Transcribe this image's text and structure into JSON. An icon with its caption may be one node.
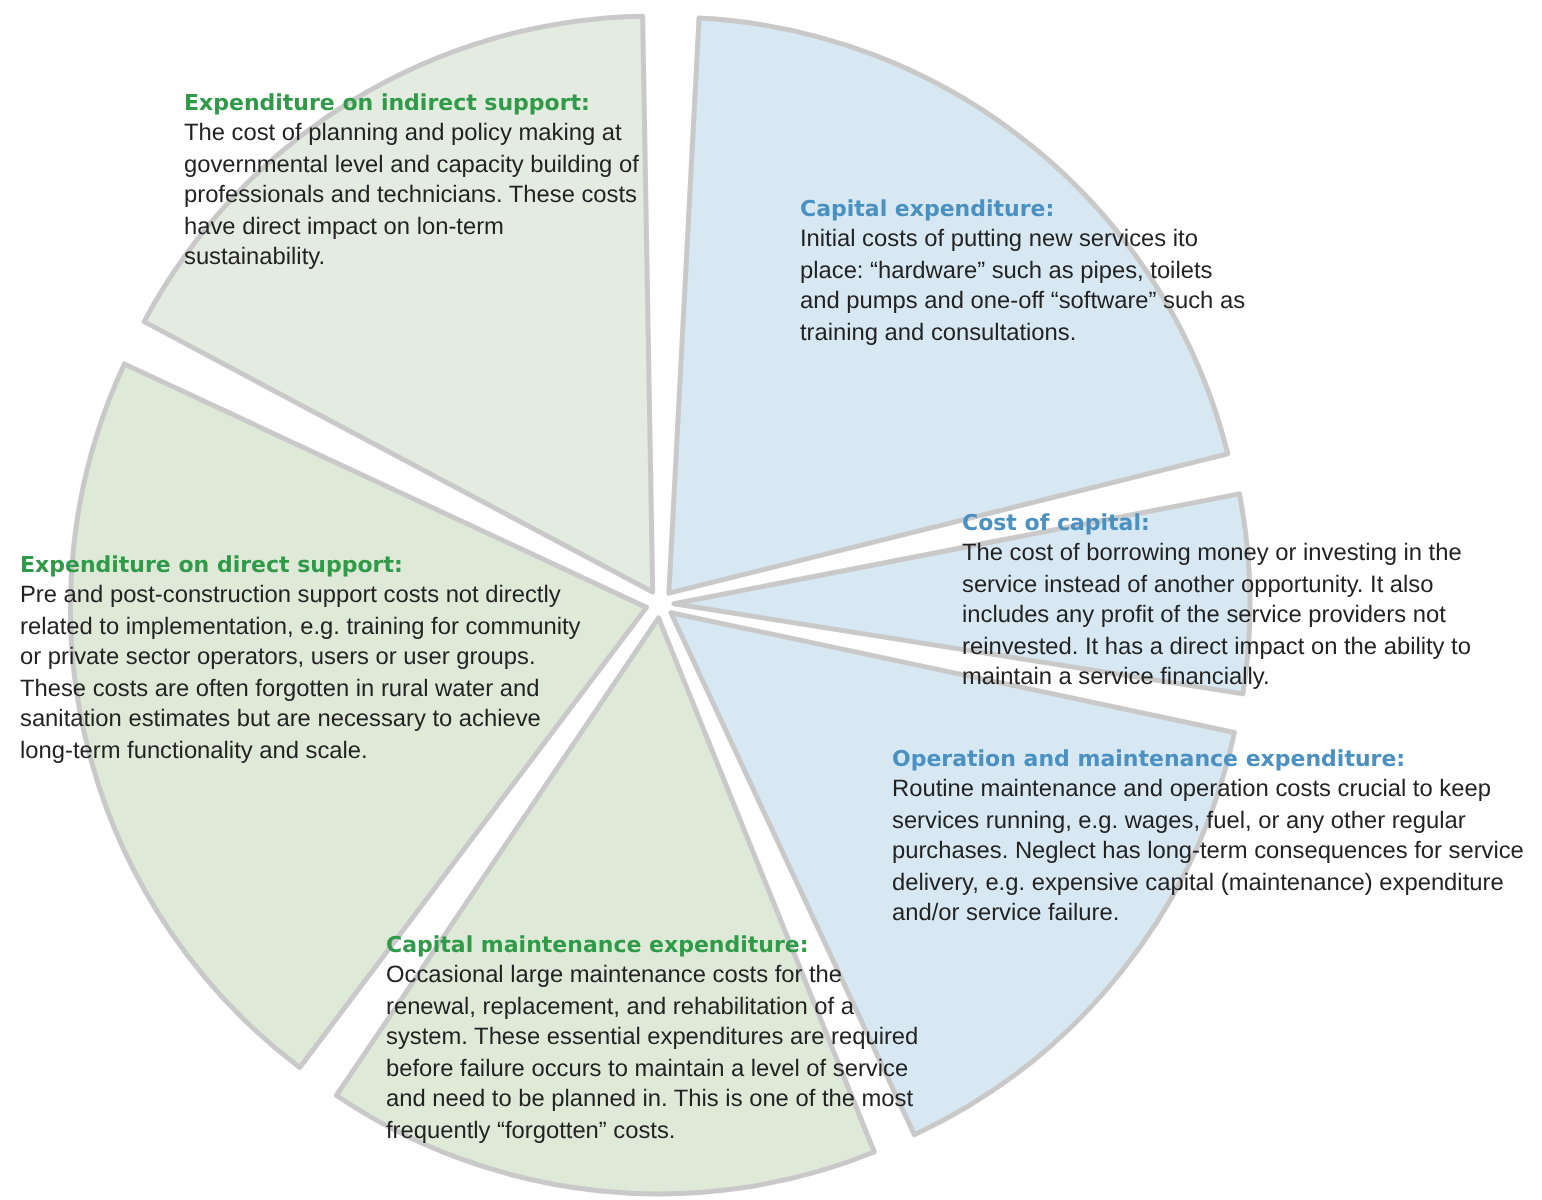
{
  "diagram": {
    "nodes": [
      {
        "text": [
          "Expenditure on indirect support:",
          "The cost of planning and policy making at governmental level and capacity building of professionals and technicians. These costs have direct impact on lon-term sustainability."
        ]
      },
      {
        "text": [
          "Capital expenditure:",
          "Initial costs of putting new services ito place: “hardware” such as pipes, toilets and pumps and one-off “software” such as training and consultations."
        ]
      },
      {
        "text": [
          "Cost of capital:",
          "The cost of borrowing money or investing in the service instead of another opportunity. It also includes any profit of the service providers not reinvested. It has a direct impact on the ability to maintain a service financially."
        ]
      },
      {
        "text": [
          "Operation and maintenance expenditure:",
          "Routine maintenance and operation costs crucial to keep services running, e.g. wages, fuel, or any other regular purchases. Neglect has long-term consequences for service delivery, e.g. expensive capital (maintenance) expenditure and/or service failure."
        ]
      },
      {
        "text": [
          "Capital maintenance expenditure:",
          "Occasional large maintenance costs for the renewal, replacement, and rehabilitation of a system. These essential expenditures are required before failure occurs to maintain a level of service and need to be planned in. This is one of the most frequently “forgotten” costs."
        ]
      },
      {
        "text": [
          "Expenditure on direct support:",
          "Pre and post-construction support costs not directly related to implementation, e.g. training for community or private sector operators, users or user groups. These costs are often forgotten in rural water and sanitation estimates but are necessary to achieve long-term functionality and scale."
        ]
      }
    ]
  }
}
